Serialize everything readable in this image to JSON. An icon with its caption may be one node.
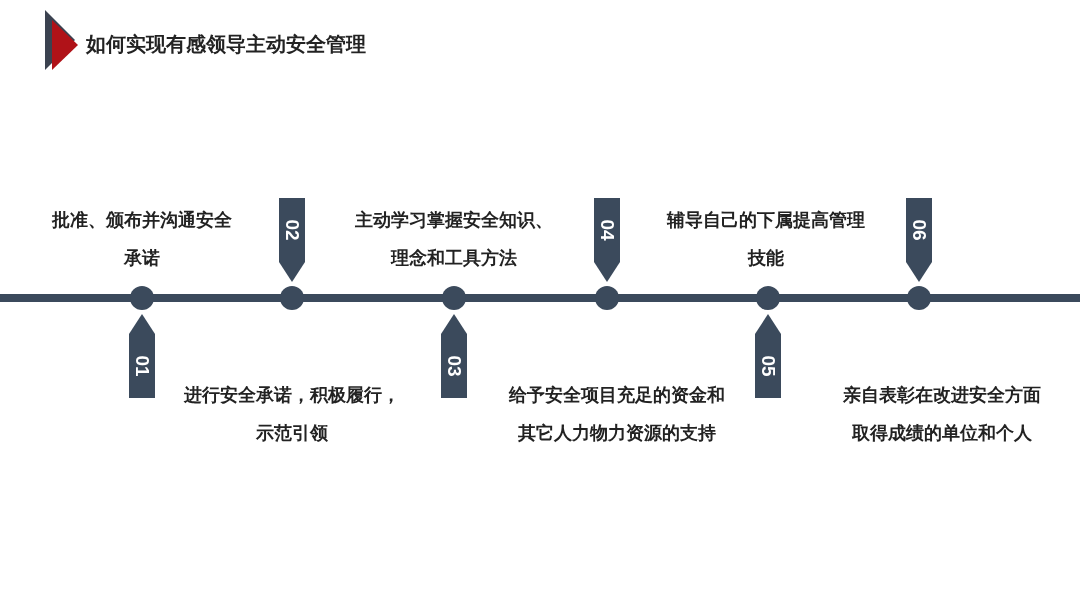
{
  "diagram": {
    "title": "如何实现有感领导主动安全管理",
    "nodes": [
      {
        "text": [
          "01"
        ]
      },
      {
        "text": [
          "02"
        ]
      },
      {
        "text": [
          "03"
        ]
      },
      {
        "text": [
          "04"
        ]
      },
      {
        "text": [
          "05"
        ]
      },
      {
        "text": [
          "06"
        ]
      }
    ],
    "labels": [
      "批准、颁布并沟通安全承诺",
      "主动学习掌握安全知识、理念和工具方法",
      "辅导自己的下属提高管理技能",
      "进行安全承诺，积极履行，示范引领",
      "给予安全项目充足的资金和其它人力物力资源的支持",
      "亲自表彰在改进安全方面取得成绩的单位和个人"
    ]
  }
}
